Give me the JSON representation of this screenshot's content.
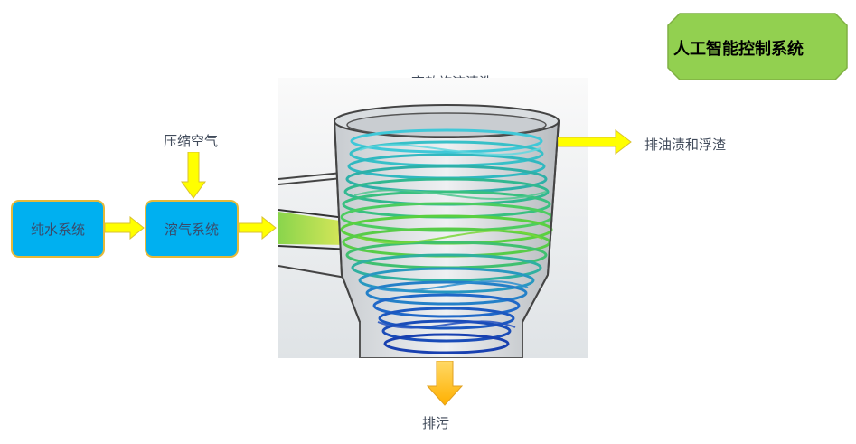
{
  "badge": {
    "title": "人工智能控制系统"
  },
  "boxes": {
    "pure_water": "纯水系统",
    "dissolved_air": "溶气系统"
  },
  "labels": {
    "compressed_air": "压缩空气",
    "vortex_cleaning": "高效旋流清洗",
    "oil_discharge": "排油渍和浮渣",
    "sewage": "排污"
  },
  "colors": {
    "box_fill": "#00b0f0",
    "box_border": "#e5b93a",
    "badge_fill": "#92d050",
    "arrow_yellow": "#ffff00",
    "arrow_orange": "#ffc000"
  }
}
